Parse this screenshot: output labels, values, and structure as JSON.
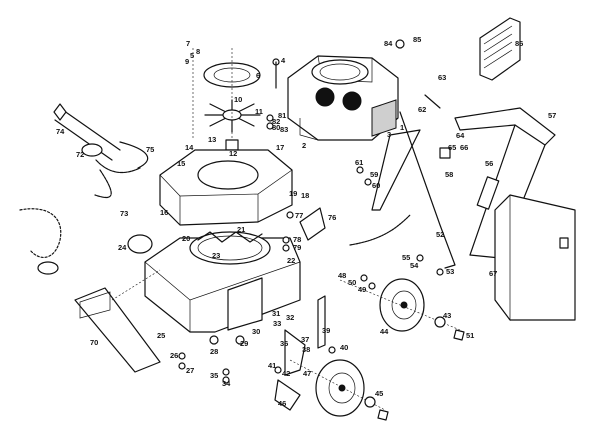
{
  "diagram": {
    "part_numbers": [
      "1",
      "2",
      "3",
      "4",
      "5",
      "6",
      "7",
      "8",
      "9",
      "10",
      "11",
      "12",
      "13",
      "14",
      "15",
      "16",
      "17",
      "18",
      "19",
      "20",
      "21",
      "22",
      "23",
      "24",
      "25",
      "26",
      "27",
      "28",
      "29",
      "30",
      "31",
      "32",
      "33",
      "34",
      "35",
      "36",
      "37",
      "38",
      "39",
      "40",
      "41",
      "42",
      "43",
      "44",
      "45",
      "46",
      "47",
      "48",
      "49",
      "50",
      "51",
      "52",
      "53",
      "54",
      "55",
      "56",
      "57",
      "58",
      "59",
      "60",
      "61",
      "62",
      "63",
      "64",
      "65",
      "66",
      "67",
      "70",
      "72",
      "73",
      "74",
      "75",
      "76",
      "77",
      "78",
      "79",
      "80",
      "81",
      "82",
      "83",
      "84",
      "85",
      "86"
    ]
  }
}
